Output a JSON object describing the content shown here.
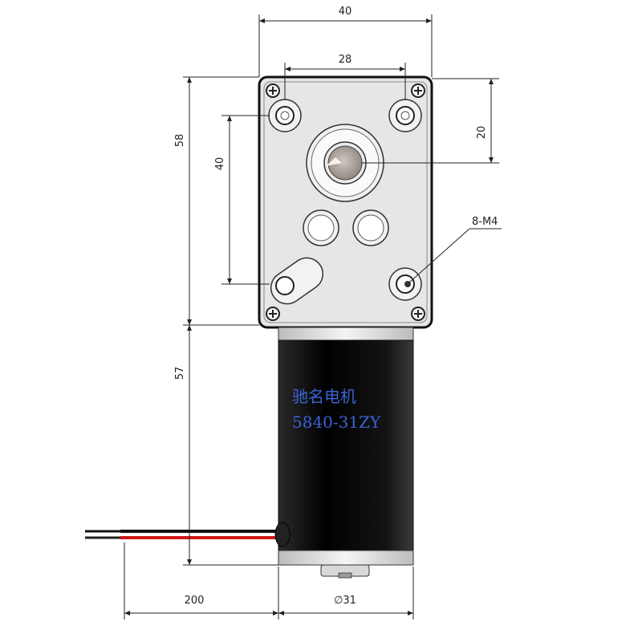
{
  "dimensions": {
    "gearbox_width": "40",
    "hole_spacing_x": "28",
    "shaft_offset": "20",
    "gearbox_height": "58",
    "hole_spacing_y": "40",
    "motor_length": "57",
    "lead_length": "200",
    "motor_diameter": "∅31"
  },
  "callouts": {
    "mount_holes": "8-M4"
  },
  "label": {
    "line1": "驰名电机",
    "line2": "5840-31ZY"
  },
  "colors": {
    "gearbox_face": "#e6e6e6",
    "motor_body": "#0d0d0d",
    "brand_text": "#3a63d6",
    "red_wire": "#d01818",
    "black_wire": "#111111"
  }
}
